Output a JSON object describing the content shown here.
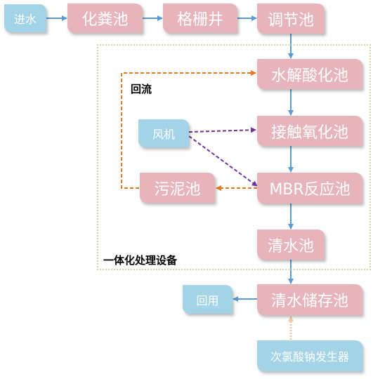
{
  "nodes": {
    "inflow": "进水",
    "septic": "化粪池",
    "grille": "格栅井",
    "regulating": "调节池",
    "hydrolysis": "水解酸化池",
    "contact_oxidation": "接触氧化池",
    "mbr": "MBR反应池",
    "clear_water": "清水池",
    "storage": "清水储存池",
    "fan": "风机",
    "sludge": "污泥池",
    "reuse": "回用",
    "hypochlorite": "次氯酸钠发生器"
  },
  "labels": {
    "return_flow": "回流",
    "integrated_equipment": "一体化处理设备"
  },
  "colors": {
    "process_box": "#e8b4bc",
    "aux_box": "#a3d3e6",
    "main_flow": "#5b9bd5",
    "return_flow": "#e07b1f",
    "air_flow": "#7030a0",
    "dosing_flow": "#f2c9a8",
    "region_border": "#c9d9a0"
  }
}
